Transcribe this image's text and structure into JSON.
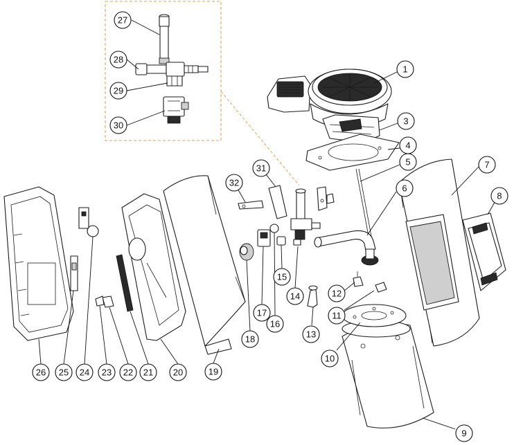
{
  "diagram": {
    "type": "exploded-parts-view",
    "callouts": [
      {
        "id": "1",
        "label": "1"
      },
      {
        "id": "3",
        "label": "3"
      },
      {
        "id": "4",
        "label": "4"
      },
      {
        "id": "5",
        "label": "5"
      },
      {
        "id": "6",
        "label": "6"
      },
      {
        "id": "7",
        "label": "7"
      },
      {
        "id": "8",
        "label": "8"
      },
      {
        "id": "9",
        "label": "9"
      },
      {
        "id": "10",
        "label": "10"
      },
      {
        "id": "11",
        "label": "11"
      },
      {
        "id": "12",
        "label": "12"
      },
      {
        "id": "13",
        "label": "13"
      },
      {
        "id": "14",
        "label": "14"
      },
      {
        "id": "15",
        "label": "15"
      },
      {
        "id": "16",
        "label": "16"
      },
      {
        "id": "17",
        "label": "17"
      },
      {
        "id": "18",
        "label": "18"
      },
      {
        "id": "19",
        "label": "19"
      },
      {
        "id": "20",
        "label": "20"
      },
      {
        "id": "21",
        "label": "21"
      },
      {
        "id": "22",
        "label": "22"
      },
      {
        "id": "23",
        "label": "23"
      },
      {
        "id": "24",
        "label": "24"
      },
      {
        "id": "25",
        "label": "25"
      },
      {
        "id": "26",
        "label": "26"
      },
      {
        "id": "27",
        "label": "27"
      },
      {
        "id": "28",
        "label": "28"
      },
      {
        "id": "29",
        "label": "29"
      },
      {
        "id": "30",
        "label": "30"
      },
      {
        "id": "31",
        "label": "31"
      },
      {
        "id": "32",
        "label": "32"
      }
    ],
    "colors": {
      "line": "#1a1a1a",
      "inset_frame": "#e2a24a",
      "background": "#ffffff"
    }
  }
}
